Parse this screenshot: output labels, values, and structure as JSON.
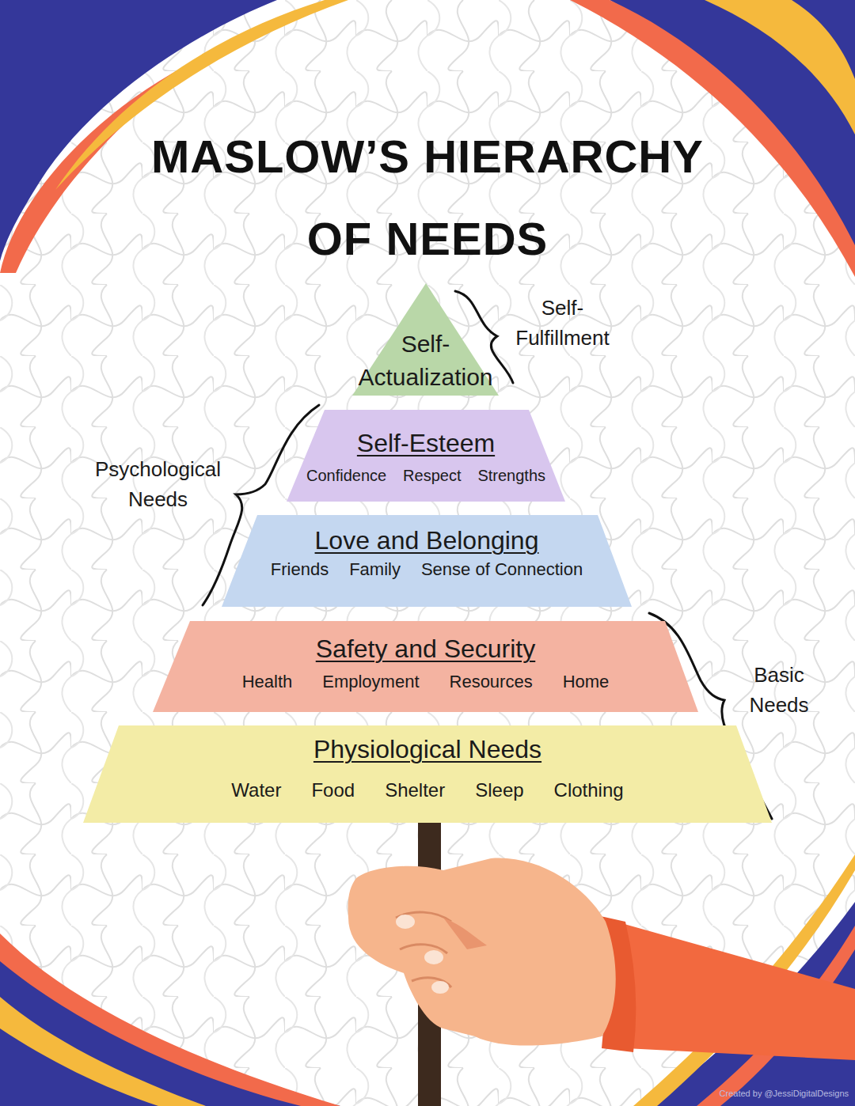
{
  "diagram": {
    "title": "MASLOW’S HIERARCHY OF NEEDS",
    "nodes": [
      {
        "text": [
          "Self- Actualization"
        ]
      },
      {
        "text": [
          "Self-Esteem",
          "Confidence",
          "Respect",
          "Strengths"
        ]
      },
      {
        "text": [
          "Love and Belonging",
          "Friends",
          "Family",
          "Sense of Connection"
        ]
      },
      {
        "text": [
          "Safety and Security",
          "Health",
          "Employment",
          "Resources",
          "Home"
        ]
      },
      {
        "text": [
          "Physiological Needs",
          "Water",
          "Food",
          "Shelter",
          "Sleep",
          "Clothing"
        ]
      }
    ],
    "labels": [
      "Self- Fulfillment",
      "Psychological Needs",
      "Basic Needs",
      "Created by @JessiDigitalDesigns"
    ]
  }
}
